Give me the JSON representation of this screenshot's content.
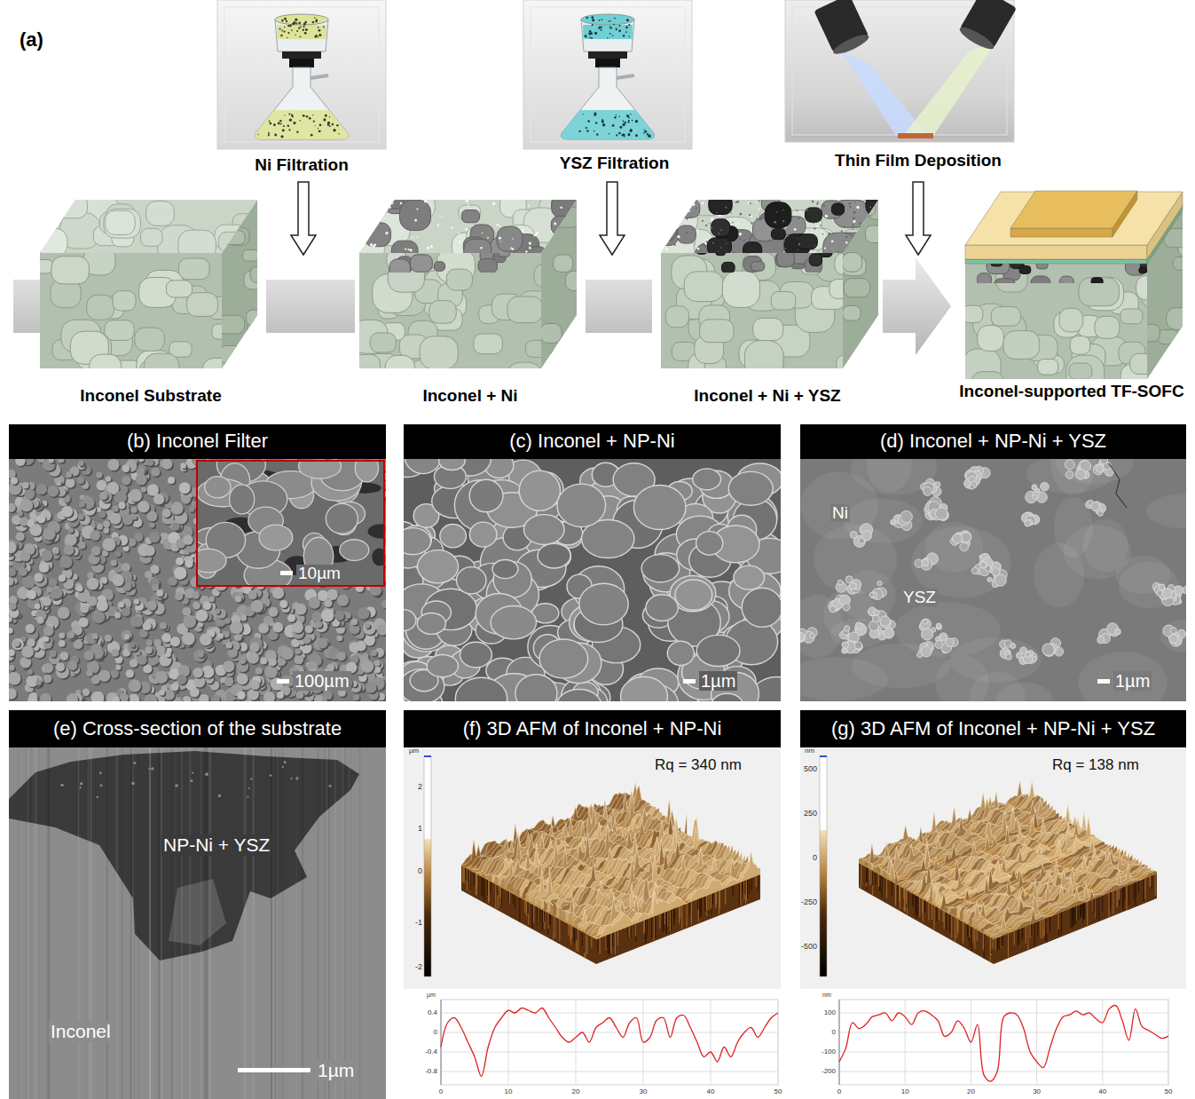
{
  "diagram": {
    "nodes": [
      {
        "text": [
          "Ni Filtration"
        ]
      },
      {
        "text": [
          "YSZ Filtration"
        ]
      },
      {
        "text": [
          "Thin Film Deposition"
        ]
      },
      {
        "text": [
          "Inconel Substrate"
        ]
      },
      {
        "text": [
          "Inconel + Ni"
        ]
      },
      {
        "text": [
          "Inconel + Ni + YSZ"
        ]
      },
      {
        "text": [
          "Inconel-supported TF-SOFC"
        ]
      },
      {
        "text": [
          "(b) Inconel Filter"
        ]
      },
      {
        "text": [
          "(c) Inconel + NP-Ni"
        ]
      },
      {
        "text": [
          "(d) Inconel + NP-Ni + YSZ"
        ]
      },
      {
        "text": [
          "(e) Cross-section of the substrate"
        ]
      },
      {
        "text": [
          "(f) 3D AFM of Inconel + NP-Ni"
        ]
      },
      {
        "text": [
          "(g) 3D AFM of Inconel + NP-Ni + YSZ"
        ]
      }
    ],
    "edges": [
      {
        "from": 3,
        "to": 4,
        "arrow": "none"
      },
      {
        "from": 4,
        "to": 5,
        "arrow": "none"
      },
      {
        "from": 5,
        "to": 6,
        "arrow": "to"
      }
    ],
    "labels": [
      "(a)",
      "10µm",
      "100µm",
      "1µm",
      "Ni",
      "YSZ",
      "1µm",
      "NP-Ni + YSZ",
      "Inconel",
      "1µm",
      "Rq = 340 nm",
      "µm",
      "2",
      "1",
      "0",
      "-1",
      "-2",
      "µm",
      "0.4",
      "0",
      "-0.4",
      "-0.8",
      "0",
      "10",
      "20",
      "30",
      "40",
      "50",
      "Rq = 138 nm",
      "nm",
      "500",
      "250",
      "0",
      "-250",
      "-500",
      "nm",
      "100",
      "0",
      "-100",
      "-200",
      "0",
      "10",
      "20",
      "30",
      "40",
      "50"
    ]
  }
}
